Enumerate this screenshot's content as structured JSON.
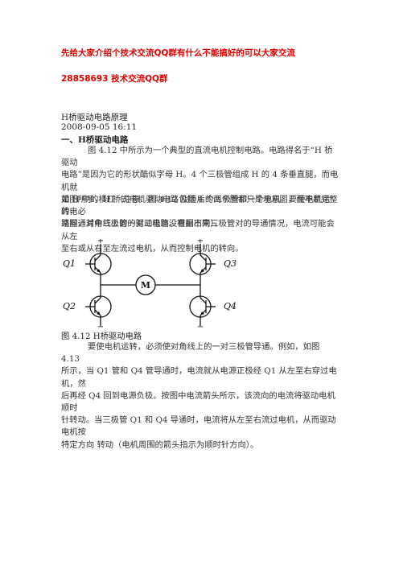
{
  "header": {
    "promo_line": "先给大家介绍个技术交流QQ群有什么不能搞好的可以大家交流",
    "qq_line": "28858693 技术交流QQ群"
  },
  "article": {
    "title": "H桥驱动电路原理",
    "date": "2008-09-05 16:11",
    "section": "一、H桥驱动电路",
    "para1_lines": [
      "图 4.12 中所示为一个典型的直流电机控制电路。电路得名于“H 桥驱动",
      "电路”是因为它的形状酷似字母 H。4 个三极管组成 H 的 4 条垂直腿，而电机就",
      "是 H 中的横杠（注意：图 4.12 及随后的两个图都只是示意图，而不是完整的电",
      "路图，其中三极管的驱动电路没有画出来）。"
    ],
    "para2_lines": [
      "如图所示，H 桥式电机驱动电路包括 4 个三极管和一个电机。要使电机运转，必",
      "须导通对角线上的一对三极管。根据不同三极管对的导通情况，电流可能会从左",
      "至右或从右至左流过电机，从而控制电机的转向。"
    ],
    "figure": {
      "caption": "图 4.12 H桥驱动电路",
      "motor_label": "M",
      "q1": "Q1",
      "q2": "Q2",
      "q3": "Q3",
      "q4": "Q4",
      "plus": "+",
      "minus": "−"
    },
    "para3_lines": [
      "要使电机运转，必须使对角线上的一对三极管导通。例如，如图 4.13",
      "所示，当 Q1 管和 Q4 管导通时，电流就从电源正极经 Q1 从左至右穿过电机，然",
      "后再经 Q4 回到电源负极。按图中电流箭头所示，该流向的电流将驱动电机顺时",
      "针转动。当三极管 Q1 和 Q4 导通时，电流将从左至右流过电机，从而驱动电机按",
      "特定方向 转动（电机周围的箭头指示为顺时针方向）。"
    ]
  }
}
